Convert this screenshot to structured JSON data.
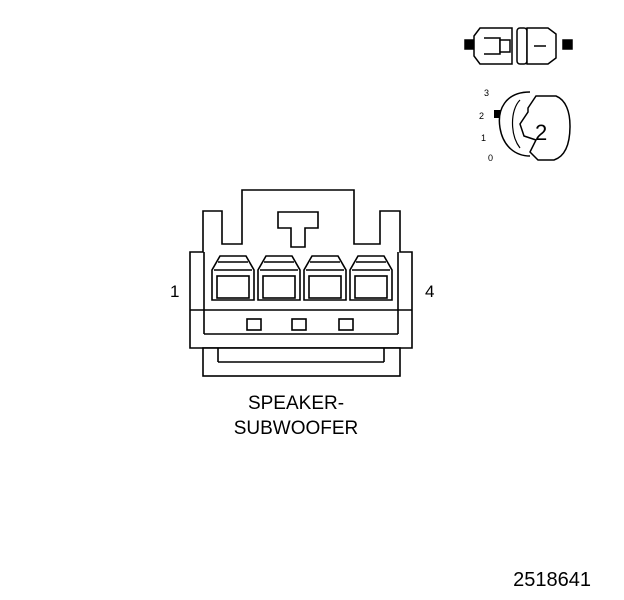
{
  "connector": {
    "name_line1": "SPEAKER-",
    "name_line2": "SUBWOOFER",
    "pin_left": "1",
    "pin_right": "4",
    "terminal_count": 4
  },
  "indicator": {
    "scale": [
      "3",
      "2",
      "1",
      "0"
    ],
    "value": "2"
  },
  "figure_id": "2518641"
}
